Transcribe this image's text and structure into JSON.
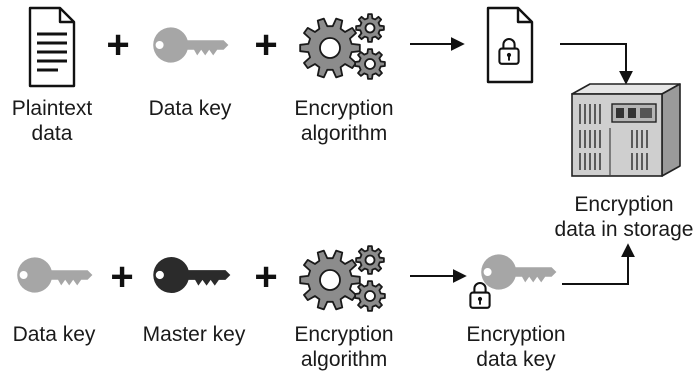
{
  "top_row": {
    "plaintext_label": [
      "Plaintext",
      "data"
    ],
    "data_key_label": [
      "Data key"
    ],
    "algorithm_label": [
      "Encryption",
      "algorithm"
    ]
  },
  "storage": {
    "label": [
      "Encryption",
      "data in storage"
    ]
  },
  "bottom_row": {
    "data_key_label": [
      "Data key"
    ],
    "master_key_label": [
      "Master key"
    ],
    "algorithm_label": [
      "Encryption",
      "algorithm"
    ],
    "encrypted_key_label": [
      "Encryption",
      "data key"
    ]
  },
  "operators": {
    "plus": "+"
  },
  "colors": {
    "light_key": "#a6a6a6",
    "dark_key": "#2b2b2b",
    "gear": "#8c8c8c",
    "outline": "#1a1a1a",
    "server": "#d0d0d0"
  }
}
